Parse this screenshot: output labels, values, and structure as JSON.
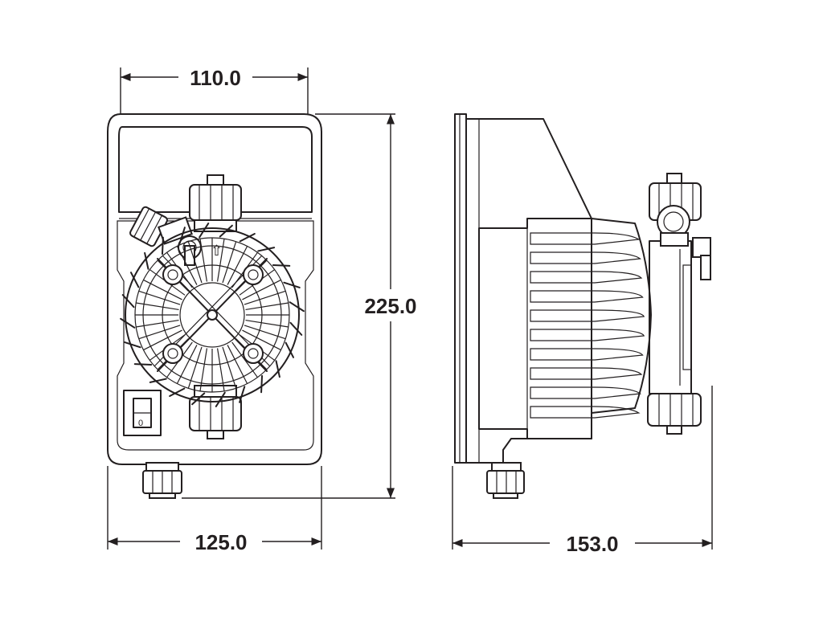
{
  "dimensions": {
    "front_top_width": "110.0",
    "front_height": "225.0",
    "front_bottom_width": "125.0",
    "side_depth": "153.0"
  },
  "views": {
    "front": {
      "switch_symbol": "0",
      "flow_arrow": "⇧"
    },
    "side": {}
  },
  "colors": {
    "line": "#231f20",
    "background": "#ffffff"
  }
}
